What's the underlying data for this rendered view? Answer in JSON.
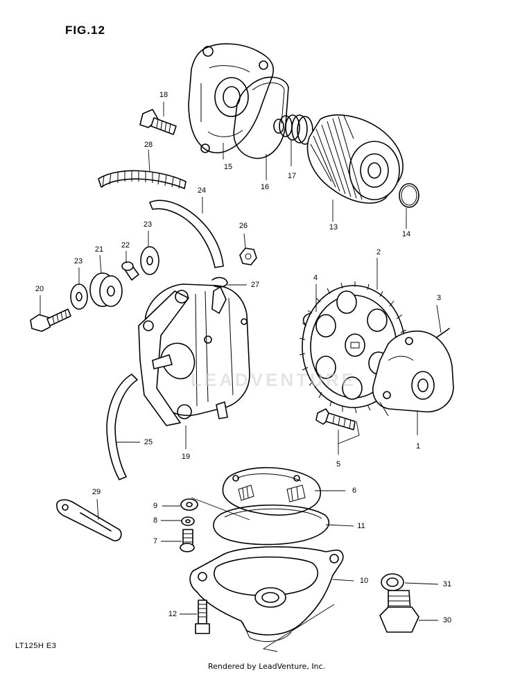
{
  "title": "FIG.12",
  "model_code": "LT125H E3",
  "credit": "Rendered by LeadVenture, Inc.",
  "watermark": "LEADVENTURE",
  "callouts": [
    "1",
    "2",
    "3",
    "4",
    "5",
    "6",
    "7",
    "8",
    "9",
    "10",
    "11",
    "12",
    "13",
    "14",
    "15",
    "16",
    "17",
    "18",
    "19",
    "20",
    "21",
    "22",
    "23",
    "23",
    "24",
    "25",
    "26",
    "27",
    "28",
    "29",
    "30",
    "31"
  ]
}
